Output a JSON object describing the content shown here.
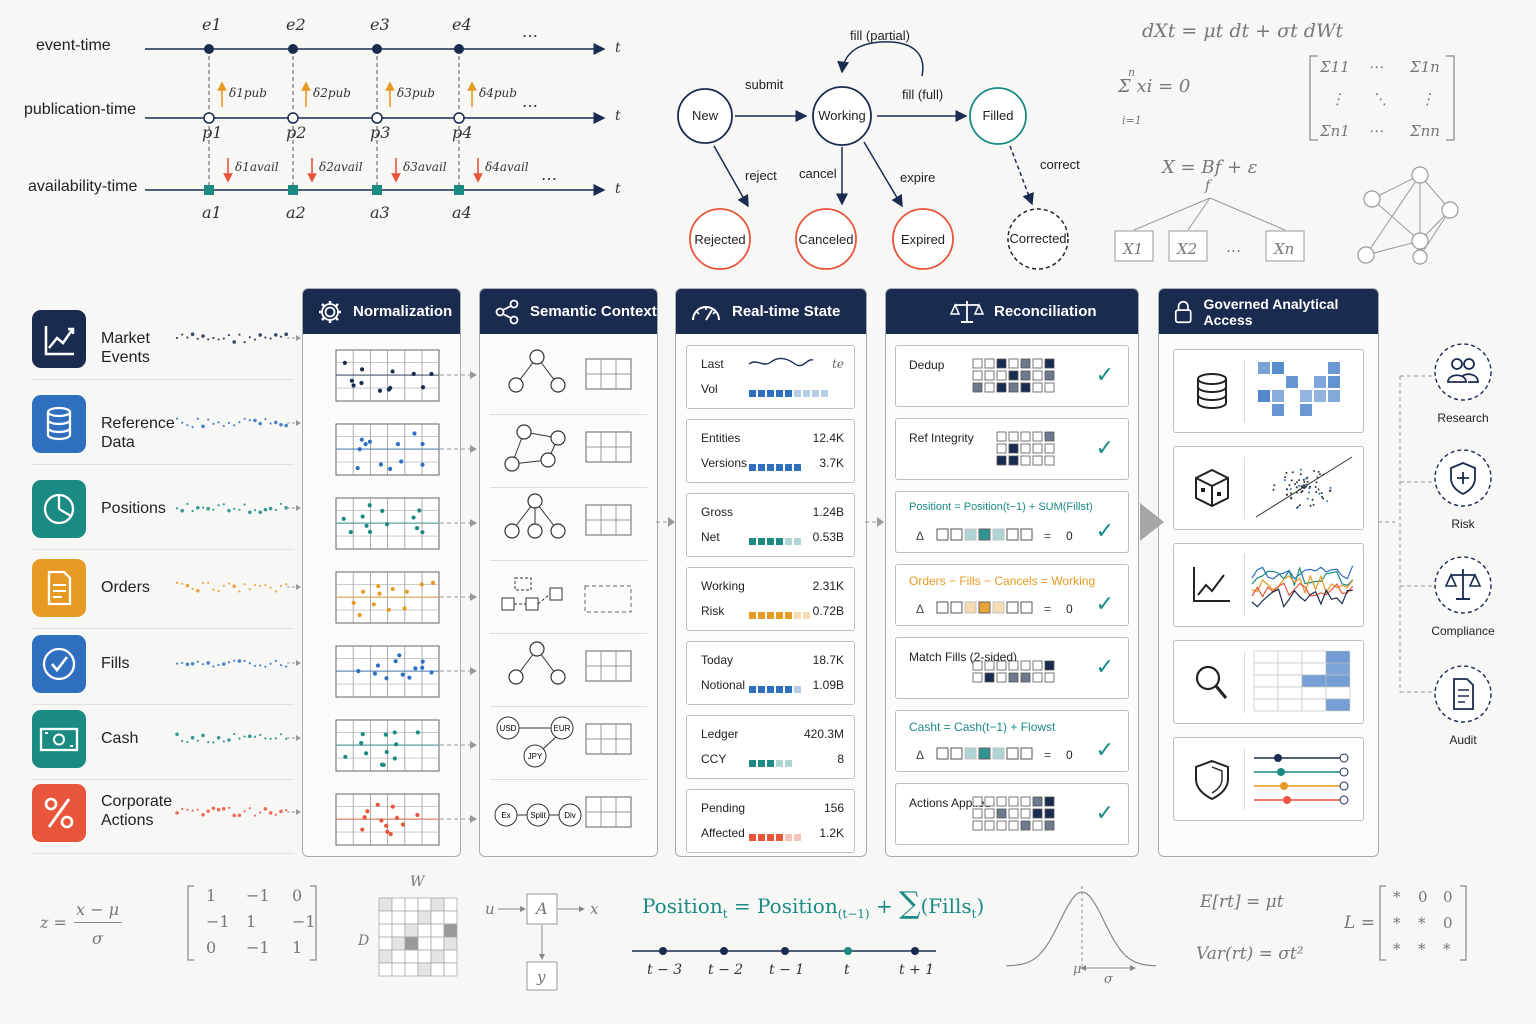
{
  "timeline": {
    "rows": [
      "event-time",
      "publication-time",
      "availability-time"
    ],
    "event_marks": [
      "e1",
      "e2",
      "e3",
      "e4"
    ],
    "pub_marks": [
      "p1",
      "p2",
      "p3",
      "p4"
    ],
    "avail_marks": [
      "a1",
      "a2",
      "a3",
      "a4"
    ],
    "pub_deltas": [
      "δ1pub",
      "δ2pub",
      "δ3pub",
      "δ4pub"
    ],
    "avail_deltas": [
      "δ1avail",
      "δ2avail",
      "δ3avail",
      "δ4avail"
    ],
    "ellipsis": "…",
    "axis_label": "t"
  },
  "state_machine": {
    "states": [
      "New",
      "Working",
      "Filled",
      "Rejected",
      "Canceled",
      "Expired",
      "Corrected"
    ],
    "edges": [
      "submit",
      "fill (partial)",
      "fill (full)",
      "reject",
      "cancel",
      "expire",
      "correct"
    ]
  },
  "math_top": {
    "sde": "dXt = μt dt + σt dWt",
    "sum": "Σ xi = 0",
    "sum_upper": "n",
    "sum_lower": "i=1",
    "factor": "X = Bf + ε",
    "factor_root": "f",
    "factor_leaves": [
      "X1",
      "X2",
      "…",
      "Xn"
    ],
    "cov_cells": [
      "Σ11",
      "⋯",
      "Σ1n",
      "⋮",
      "⋱",
      "⋮",
      "Σn1",
      "⋯",
      "Σnn"
    ]
  },
  "sources": [
    {
      "label": "Market Events",
      "color": "#1a2b50",
      "icon": "chart-line-icon"
    },
    {
      "label": "Reference Data",
      "color": "#2f6fc0",
      "icon": "database-icon"
    },
    {
      "label": "Positions",
      "color": "#1a8a83",
      "icon": "pie-chart-icon"
    },
    {
      "label": "Orders",
      "color": "#e69a22",
      "icon": "document-icon"
    },
    {
      "label": "Fills",
      "color": "#2f6fc0",
      "icon": "check-circle-icon"
    },
    {
      "label": "Cash",
      "color": "#1a8a83",
      "icon": "banknote-icon"
    },
    {
      "label": "Corporate Actions",
      "color": "#e8553a",
      "icon": "percent-icon"
    }
  ],
  "columns": {
    "normalization": "Normalization",
    "semantic": "Semantic Context",
    "realtime": "Real-time State",
    "reconciliation": "Reconciliation",
    "access": "Governed Analytical Access"
  },
  "semantic_labels": {
    "currencies": [
      "USD",
      "EUR",
      "JPY"
    ],
    "actions": [
      "Ex",
      "Split",
      "Div"
    ]
  },
  "realtime_cards": [
    {
      "k1": "Last",
      "v1": "te",
      "k2": "Vol",
      "v2": ""
    },
    {
      "k1": "Entities",
      "v1": "12.4K",
      "k2": "Versions",
      "v2": "3.7K"
    },
    {
      "k1": "Gross",
      "v1": "1.24B",
      "k2": "Net",
      "v2": "0.53B"
    },
    {
      "k1": "Working",
      "v1": "2.31K",
      "k2": "Risk",
      "v2": "0.72B"
    },
    {
      "k1": "Today",
      "v1": "18.7K",
      "k2": "Notional",
      "v2": "1.09B"
    },
    {
      "k1": "Ledger",
      "v1": "420.3M",
      "k2": "CCY",
      "v2": "8"
    },
    {
      "k1": "Pending",
      "v1": "156",
      "k2": "Affected",
      "v2": "1.2K"
    }
  ],
  "recon_cards": [
    {
      "title": "Dedup",
      "color": "#222"
    },
    {
      "title": "Ref Integrity",
      "color": "#222"
    },
    {
      "title": "Positiont = Position(t−1) + SUM(Fillst)",
      "color": "#1a8a83"
    },
    {
      "title": "Orders − Fills − Cancels = Working",
      "color": "#e69a22"
    },
    {
      "title": "Match Fills (2-sided)",
      "color": "#222"
    },
    {
      "title": "Casht = Cash(t−1) + Flowst",
      "color": "#1a8a83"
    },
    {
      "title": "Actions Applied",
      "color": "#222"
    }
  ],
  "recon_delta": "Δ",
  "recon_eq": "=",
  "recon_zero": "0",
  "access_icons": [
    "database-icon",
    "cube-icon",
    "chart-line-icon",
    "search-icon",
    "shield-icon"
  ],
  "users": [
    "Research",
    "Risk",
    "Compliance",
    "Audit"
  ],
  "math_bottom": {
    "zscore_lhs": "z =",
    "zscore_num": "x − μ",
    "zscore_den": "σ",
    "matrix": [
      [
        "1",
        "−1",
        "0"
      ],
      [
        "−1",
        "1",
        "−1"
      ],
      [
        "0",
        "−1",
        "1"
      ]
    ],
    "w_label": "W",
    "d_label": "D",
    "flow_u": "u",
    "flow_a": "A",
    "flow_x": "x",
    "flow_y": "y",
    "position_eq_lhs": "Position",
    "position_eq_t": "t",
    "position_eq_mid": "= Position",
    "position_eq_prev": "(t−1)",
    "position_eq_plus": "+",
    "position_eq_sum": "∑",
    "position_eq_fills": "(Fills",
    "position_eq_fills_t": "t",
    "position_eq_close": ")",
    "time_ticks": [
      "t − 3",
      "t − 2",
      "t − 1",
      "t",
      "t + 1"
    ],
    "bell_mu": "μ",
    "bell_sigma": "σ",
    "exp_eq": "E[rt] = μt",
    "var_eq": "Var(rt) = σt²",
    "lower_lhs": "L =",
    "lower": [
      [
        "*",
        "0",
        "0"
      ],
      [
        "*",
        "*",
        "0"
      ],
      [
        "*",
        "*",
        "*"
      ]
    ]
  }
}
